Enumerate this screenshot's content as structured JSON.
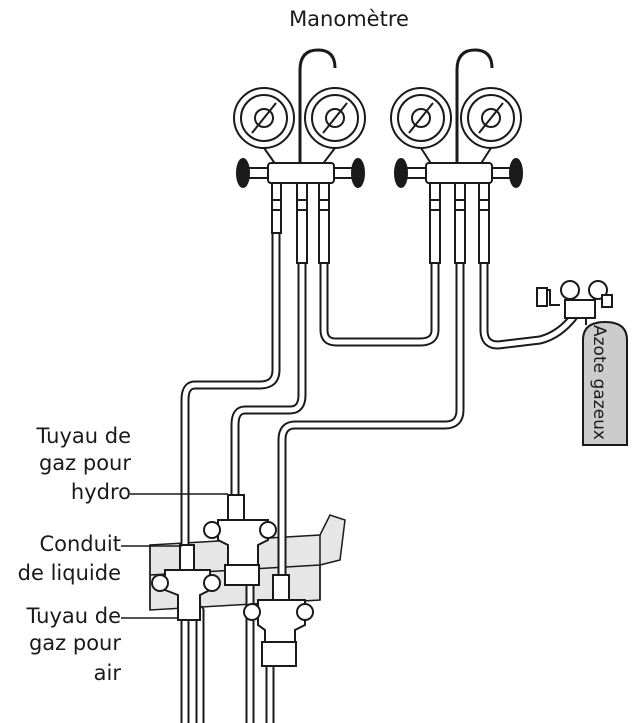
{
  "labels": {
    "manometre": "Manomètre",
    "azote": "Azote gazeux",
    "hydro_line1": "Tuyau de",
    "hydro_line2": "gaz pour",
    "hydro_line3": "hydro",
    "liquide_line1": "Conduit",
    "liquide_line2": "de liquide",
    "air_line1": "Tuyau de",
    "air_line2": "gaz pour",
    "air_line3": "air"
  },
  "gauge_symbol": "Ø",
  "icons": {
    "gauge": "pressure-gauge-icon",
    "valve": "hand-wheel-valve-icon",
    "cylinder": "nitrogen-cylinder-icon"
  },
  "colors": {
    "line": "#1a1a1a",
    "cylinder_fill": "#cccccc",
    "building_fill": "#d9d9d9",
    "background": "#ffffff"
  }
}
